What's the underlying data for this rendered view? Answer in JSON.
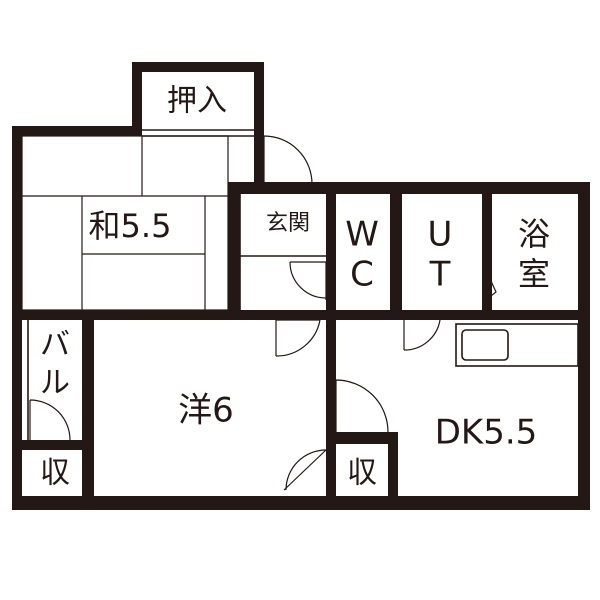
{
  "rooms": {
    "oshiire": "押入",
    "washitsu": "和5.5",
    "genkan": "玄関",
    "wc_top": "W",
    "wc_bottom": "C",
    "ut_top": "U",
    "ut_bottom": "T",
    "bath_top": "浴",
    "bath_bottom": "室",
    "balcony_top": "バ",
    "balcony_bottom": "ル",
    "closet_left": "収",
    "youshitsu": "洋6",
    "closet_mid": "収",
    "dk": "DK5.5"
  },
  "colors": {
    "wall": "#231815",
    "background": "#ffffff"
  }
}
